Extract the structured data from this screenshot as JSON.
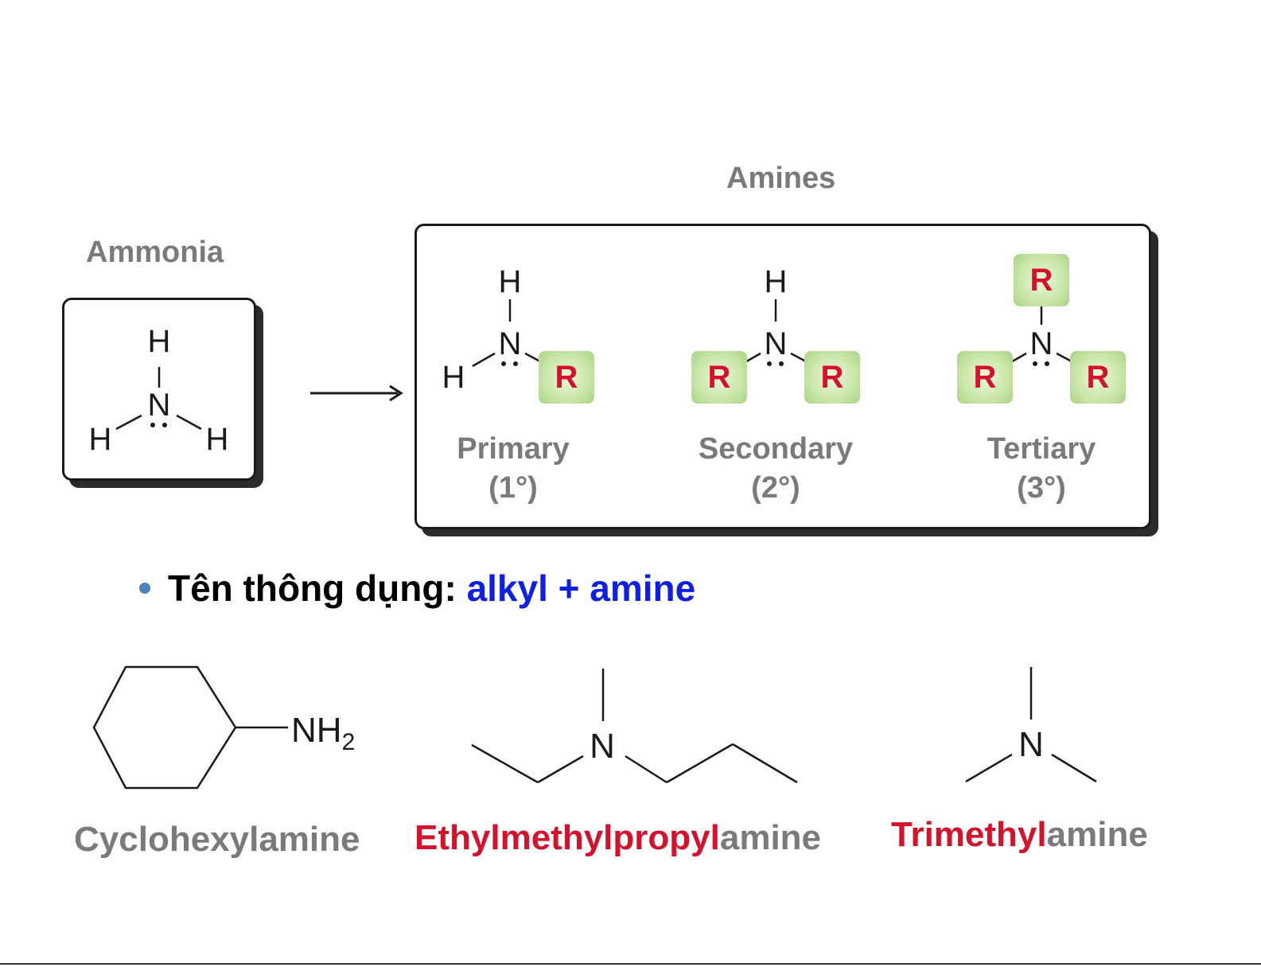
{
  "ammonia": {
    "title": "Ammonia",
    "atoms": {
      "N": "N",
      "H_top": "H",
      "H_left": "H",
      "H_right": "H"
    }
  },
  "amines": {
    "title": "Amines",
    "classes": [
      {
        "name": "Primary",
        "degree": "(1°)",
        "atoms": {
          "N": "N",
          "top": "H",
          "left": "H",
          "right": "R"
        }
      },
      {
        "name": "Secondary",
        "degree": "(2°)",
        "atoms": {
          "N": "N",
          "top": "H",
          "left": "R",
          "right": "R"
        }
      },
      {
        "name": "Tertiary",
        "degree": "(3°)",
        "atoms": {
          "N": "N",
          "top": "R",
          "left": "R",
          "right": "R"
        }
      }
    ]
  },
  "bullet": {
    "label": "Tên thông dụng:",
    "formula": "alkyl + amine"
  },
  "examples": [
    {
      "group": "NH",
      "subscript": "2",
      "name_colored": "",
      "name_suffix": "Cyclohexylamine"
    },
    {
      "group": "N",
      "name_colored": "Ethylmethylpropyl",
      "name_suffix": "amine"
    },
    {
      "group": "N",
      "name_colored": "Trimethyl",
      "name_suffix": "amine"
    }
  ],
  "colors": {
    "alkyl_red": "#d4122b",
    "formula_blue": "#1020e0",
    "label_gray": "#7a7a7a",
    "r_box_green": "#c9e6a8",
    "bullet_blue": "#4f81bd"
  }
}
